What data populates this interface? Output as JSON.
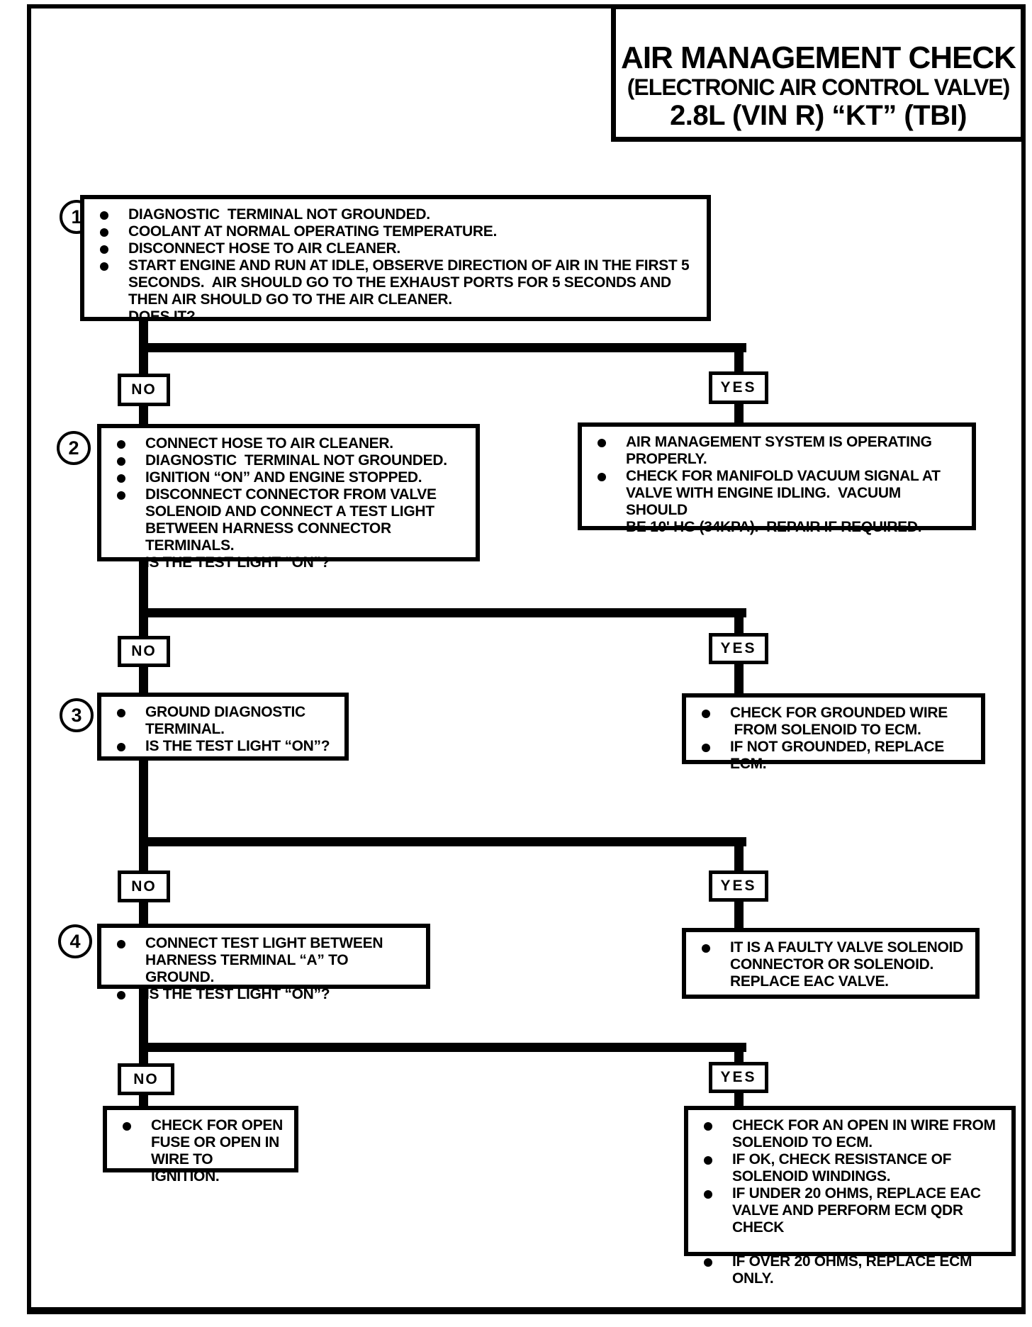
{
  "title": {
    "line1": "AIR MANAGEMENT CHECK",
    "line2": "(ELECTRONIC AIR CONTROL VALVE)",
    "line3": "2.8L (VIN R) “KT” (TBI)"
  },
  "branch": {
    "no": "NO",
    "yes": "YES"
  },
  "steps": [
    {
      "number": "1",
      "bullets": [
        "DIAGNOSTIC  TERMINAL NOT GROUNDED.",
        "COOLANT AT NORMAL OPERATING TEMPERATURE.",
        "DISCONNECT HOSE TO AIR CLEANER.",
        "START ENGINE AND RUN AT IDLE, OBSERVE DIRECTION OF AIR IN THE FIRST 5\nSECONDS.  AIR SHOULD GO TO THE EXHAUST PORTS FOR 5 SECONDS AND\nTHEN AIR SHOULD GO TO THE AIR CLEANER.\nDOES IT?"
      ]
    },
    {
      "number": "2",
      "bullets": [
        "CONNECT HOSE TO AIR CLEANER.",
        "DIAGNOSTIC  TERMINAL NOT GROUNDED.",
        "IGNITION “ON” AND ENGINE STOPPED.",
        "DISCONNECT CONNECTOR FROM VALVE\nSOLENOID AND CONNECT A TEST LIGHT\nBETWEEN HARNESS CONNECTOR TERMINALS.\nIS THE TEST LIGHT “ON”?"
      ]
    },
    {
      "number": "3",
      "bullets": [
        "GROUND DIAGNOSTIC\nTERMINAL.",
        "IS THE TEST LIGHT “ON”?"
      ]
    },
    {
      "number": "4",
      "bullets": [
        "CONNECT TEST LIGHT BETWEEN\nHARNESS TERMINAL “A” TO GROUND.",
        "IS THE TEST LIGHT “ON”?"
      ]
    }
  ],
  "results": {
    "yes1": [
      "AIR MANAGEMENT SYSTEM IS OPERATING\nPROPERLY.",
      "CHECK FOR MANIFOLD VACUUM SIGNAL AT\nVALVE WITH ENGINE IDLING.  VACUUM SHOULD\nBE 10' HG (34KPA).  REPAIR IF REQUIRED."
    ],
    "yes2": [
      "CHECK FOR GROUNDED WIRE\n FROM SOLENOID TO ECM.",
      "IF NOT GROUNDED, REPLACE ECM."
    ],
    "yes3": [
      "IT IS A FAULTY VALVE SOLENOID\nCONNECTOR OR SOLENOID.\nREPLACE EAC VALVE."
    ],
    "no4": [
      "CHECK FOR OPEN\nFUSE OR OPEN IN\nWIRE TO IGNITION."
    ],
    "yes4": [
      "CHECK FOR AN OPEN IN WIRE FROM\nSOLENOID TO ECM.",
      "IF OK, CHECK RESISTANCE OF\nSOLENOID WINDINGS.",
      "IF UNDER 20 OHMS, REPLACE EAC\nVALVE AND PERFORM ECM QDR CHECK",
      "IF OVER 20 OHMS, REPLACE ECM ONLY."
    ]
  }
}
